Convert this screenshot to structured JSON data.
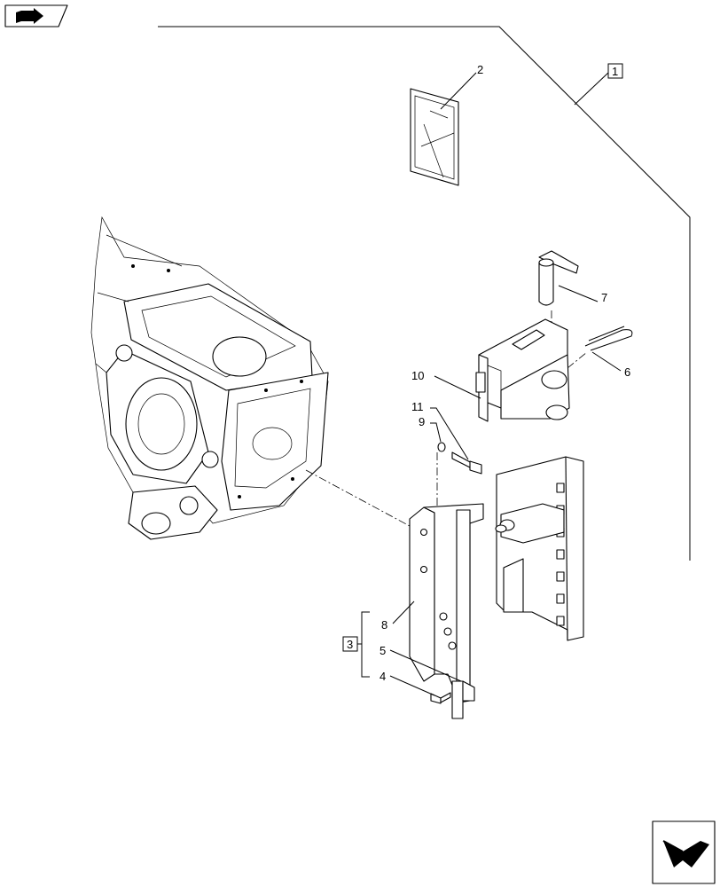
{
  "callouts": {
    "c1": "1",
    "c2": "2",
    "c3": "3",
    "c4": "4",
    "c5": "5",
    "c6": "6",
    "c7": "7",
    "c8": "8",
    "c9": "9",
    "c10": "10",
    "c11": "11"
  },
  "icons": {
    "top_left": "book-arrow-icon",
    "bottom_right": "next-page-arrow-icon"
  }
}
